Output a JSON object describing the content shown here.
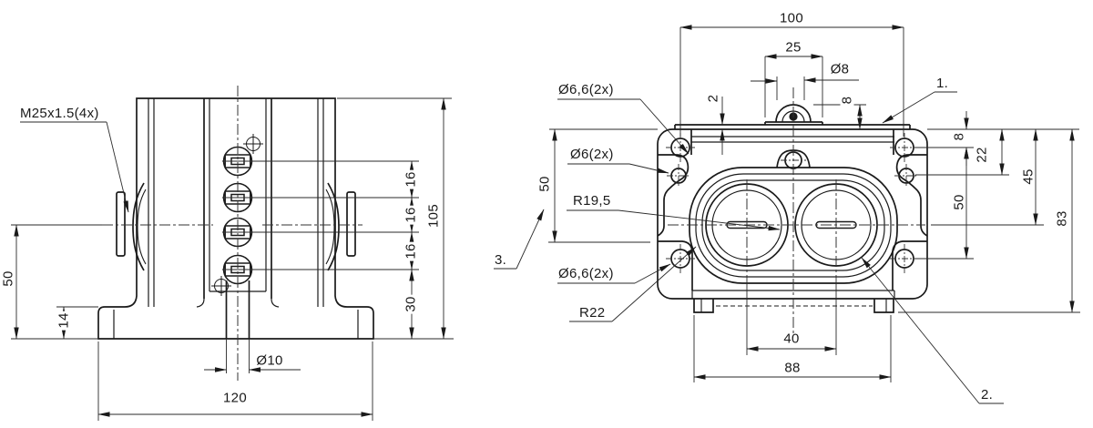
{
  "colors": {
    "background": "#ffffff",
    "line": "#1a1a1a"
  },
  "front_view": {
    "thread_callout": "M25x1.5(4x)",
    "dims": {
      "height_50": "50",
      "base_14": "14",
      "pitch_16_1": "16",
      "pitch_16_2": "16",
      "pitch_16_3": "16",
      "bottom_30": "30",
      "overall_105": "105",
      "hole_d10": "Ø10",
      "width_120": "120"
    }
  },
  "top_view": {
    "callouts": {
      "d66_top": "Ø6,6(2x)",
      "d6": "Ø6(2x)",
      "r195": "R19,5",
      "d66_bottom": "Ø6,6(2x)",
      "r22": "R22"
    },
    "notes": {
      "n1": "1.",
      "n2": "2.",
      "n3": "3."
    },
    "dims": {
      "width_100": "100",
      "tab_25": "25",
      "dome_d8": "Ø8",
      "step_2": "2",
      "dome_8": "8",
      "left_50": "50",
      "right_8": "8",
      "right_22": "22",
      "right_50": "50",
      "right_45": "45",
      "right_83": "83",
      "center_40": "40",
      "body_88": "88"
    }
  }
}
